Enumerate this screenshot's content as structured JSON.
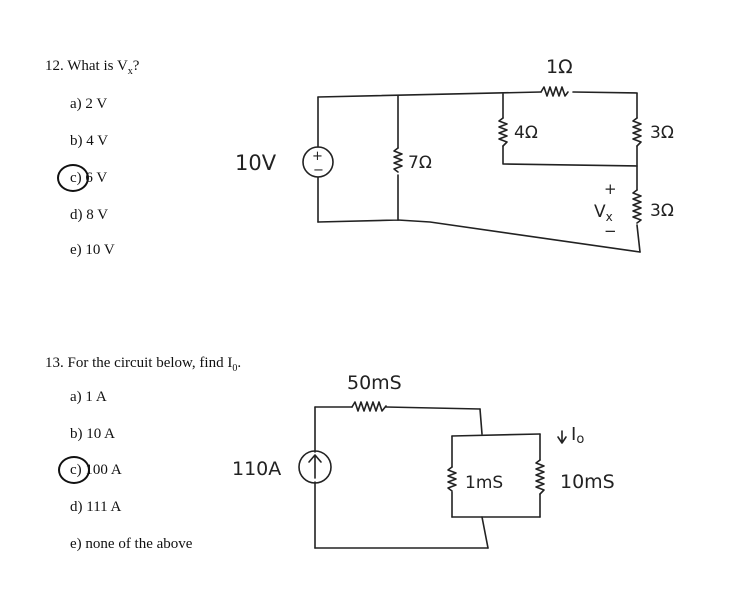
{
  "q12": {
    "question_number": "12.",
    "question_text": "What is V",
    "question_sub": "x",
    "question_end": "?",
    "options": [
      {
        "letter": "a)",
        "text": "2 V"
      },
      {
        "letter": "b)",
        "text": "4 V"
      },
      {
        "letter": "c)",
        "text": "6 V"
      },
      {
        "letter": "d)",
        "text": "8 V"
      },
      {
        "letter": "e)",
        "text": "10 V"
      }
    ],
    "selected": "c",
    "circuit": {
      "source_label": "10V",
      "source_symbol_top": "+",
      "source_symbol_bottom": "−",
      "r_parallel": "7Ω",
      "r_left": "4Ω",
      "r_top": "1Ω",
      "r_right_top": "3Ω",
      "r_right_bottom": "3Ω",
      "vx_plus": "+",
      "vx_label": "V",
      "vx_sub": "x",
      "vx_minus": "−"
    }
  },
  "q13": {
    "question_number": "13.",
    "question_text": "For the circuit below, find I",
    "question_sub": "0",
    "question_end": ".",
    "options": [
      {
        "letter": "a)",
        "text": "1 A"
      },
      {
        "letter": "b)",
        "text": "10 A"
      },
      {
        "letter": "c)",
        "text": "100 A"
      },
      {
        "letter": "d)",
        "text": "111 A"
      },
      {
        "letter": "e)",
        "text": "none of the above"
      }
    ],
    "selected": "c",
    "circuit": {
      "source_label": "110A",
      "g_top": "50mS",
      "g_mid": "1mS",
      "g_right": "10mS",
      "current_label": "I",
      "current_sub": "o"
    }
  }
}
